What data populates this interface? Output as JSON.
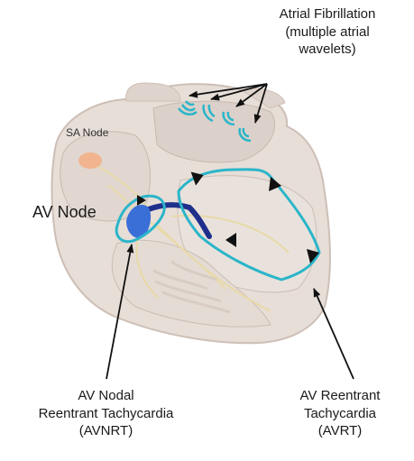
{
  "labels": {
    "atrial_fibrillation": [
      "Atrial Fibrillation",
      "(multiple atrial",
      "wavelets)"
    ],
    "sa_node": "SA Node",
    "av_node": "AV Node",
    "avnrt": [
      "AV Nodal",
      "Reentrant Tachycardia",
      "(AVNRT)"
    ],
    "avrt": [
      "AV Reentrant",
      "Tachycardia",
      "(AVRT)"
    ]
  },
  "colors": {
    "heart_tissue": "#e7ded8",
    "heart_outline": "#cdbfb6",
    "conduction_path": "#e8d9a8",
    "sa_node": "#f1b48f",
    "av_node": "#3a6fd8",
    "bundle": "#1e2f8c",
    "reentry_circuit": "#2bb5c9",
    "arrow": "#111111"
  }
}
